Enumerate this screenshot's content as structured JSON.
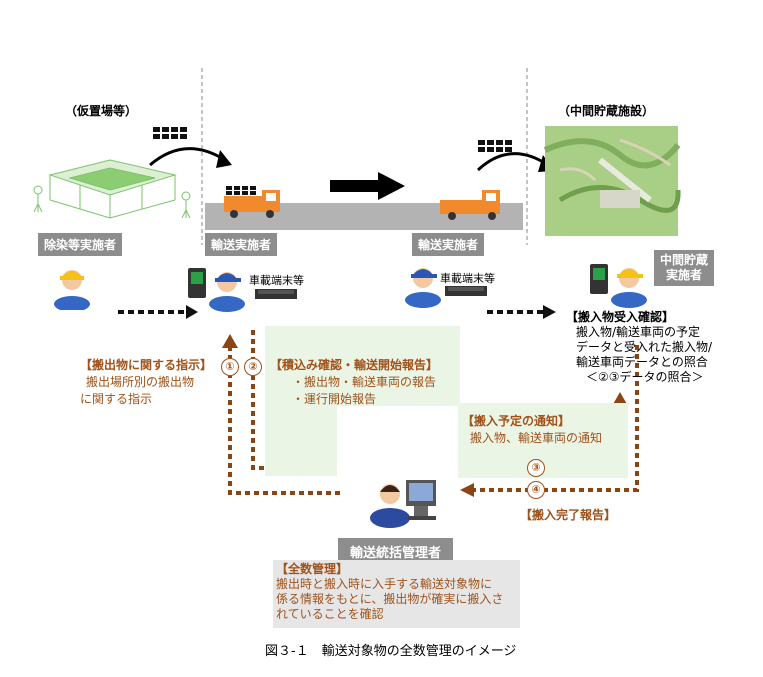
{
  "top_labels": {
    "temp_site": "（仮置場等）",
    "interim_facility": "（中間貯蔵施設）"
  },
  "actors": {
    "decontamination": "除染等実施者",
    "transport_left": "輸送実施者",
    "transport_right": "輸送実施者",
    "interim_operator_line1": "中間貯蔵",
    "interim_operator_line2": "実施者",
    "manager": "輸送統括管理者"
  },
  "terminals": {
    "left": "車載端末等",
    "right": "車載端末等"
  },
  "box_instruction": {
    "title": "【搬出物に関する指示】",
    "line1": "搬出場所別の搬出物",
    "line2": "に関する指示"
  },
  "box_loading": {
    "title": "【積込み確認・輸送開始報告】",
    "line1": "・搬出物・輸送車両の報告",
    "line2": "・運行開始報告"
  },
  "box_receipt": {
    "title": "【搬入物受入確認】",
    "line1": "搬入物/輸送車両の予定",
    "line2": "データと受入れた搬入物/",
    "line3": "輸送車両データとの照合",
    "line4": "＜②③データの照合＞"
  },
  "box_schedule": {
    "title": "【搬入予定の通知】",
    "line1": "搬入物、輸送車両の通知"
  },
  "box_complete": {
    "title": "【搬入完了報告】"
  },
  "box_summary": {
    "title": "【全数管理】",
    "line1": "搬出時と搬入時に入手する輸送対象物に",
    "line2": "係る情報をもとに、搬出物が確実に搬入さ",
    "line3": "れていることを確認"
  },
  "steps": [
    "①",
    "②",
    "③",
    "④"
  ],
  "caption": "図３-１　輸送対象物の全数管理のイメージ",
  "colors": {
    "arrow_brown": "#8b4513",
    "label_gray": "#8d8d8d",
    "road_gray": "#b3b3b3",
    "truck_orange": "#f08a2c",
    "text_orange": "#a0521a",
    "green_box": "#eaf5e6"
  }
}
